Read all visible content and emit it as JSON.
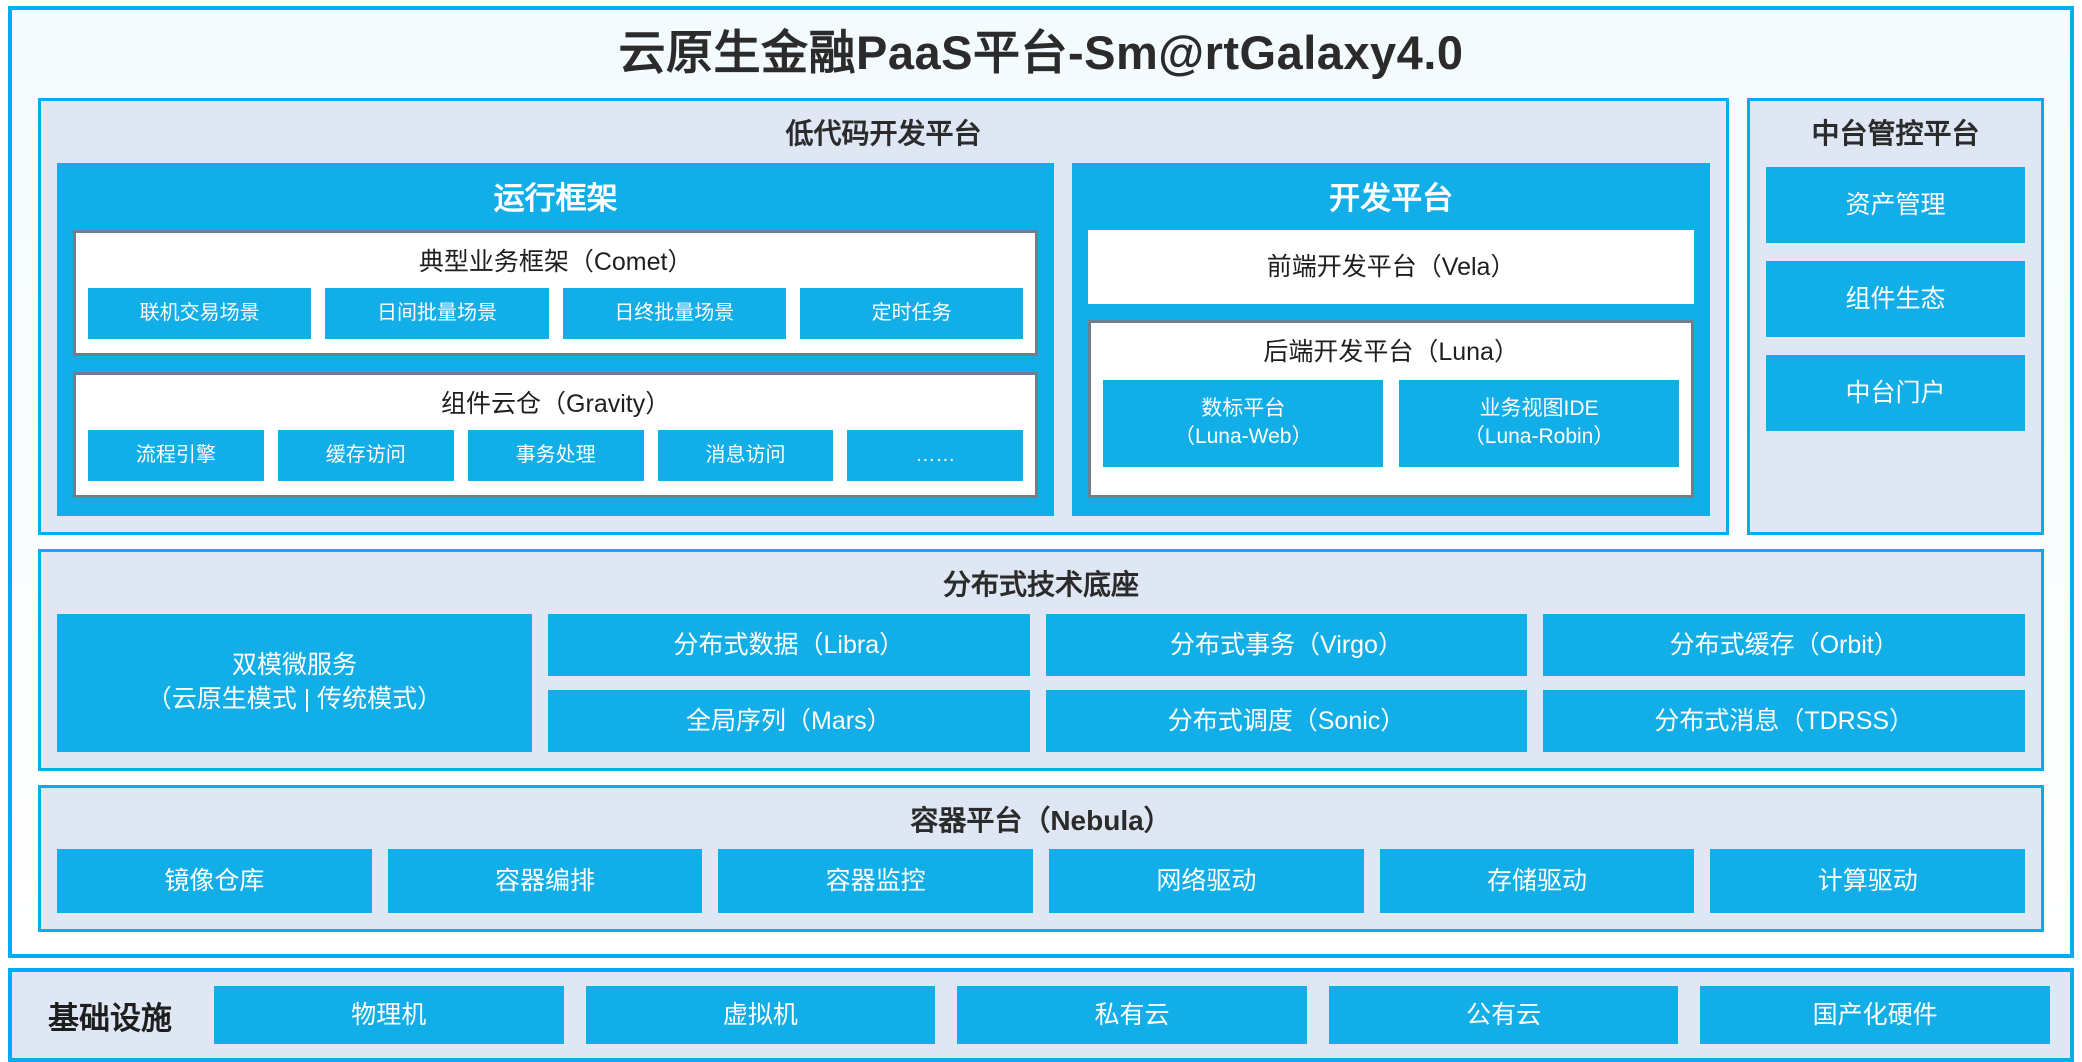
{
  "colors": {
    "accent_blue": "#12AEE8",
    "frame_blue": "#00AEEF",
    "panel_bg": "#DEE7F3",
    "card_border_gray": "#6E7F91",
    "text_dark": "#2B2B2B",
    "text_white": "#FFFFFF"
  },
  "platform": {
    "title": "云原生金融PaaS平台-Sm@rtGalaxy4.0"
  },
  "lowcode": {
    "title": "低代码开发平台",
    "runtime": {
      "title": "运行框架",
      "comet": {
        "title": "典型业务框架（Comet）",
        "items": [
          {
            "label": "联机交易场景"
          },
          {
            "label": "日间批量场景"
          },
          {
            "label": "日终批量场景"
          },
          {
            "label": "定时任务"
          }
        ]
      },
      "gravity": {
        "title": "组件云仓（Gravity）",
        "items": [
          {
            "label": "流程引擎"
          },
          {
            "label": "缓存访问"
          },
          {
            "label": "事务处理"
          },
          {
            "label": "消息访问"
          },
          {
            "label": "……"
          }
        ]
      }
    },
    "devplatform": {
      "title": "开发平台",
      "frontend": {
        "label": "前端开发平台（Vela）"
      },
      "backend": {
        "title": "后端开发平台（Luna）",
        "items": [
          {
            "label": "数标平台",
            "sub": "（Luna-Web）"
          },
          {
            "label": "业务视图IDE",
            "sub": "（Luna-Robin）"
          }
        ]
      }
    }
  },
  "midplatform": {
    "title": "中台管控平台",
    "items": [
      {
        "label": "资产管理"
      },
      {
        "label": "组件生态"
      },
      {
        "label": "中台门户"
      }
    ]
  },
  "foundation": {
    "title": "分布式技术底座",
    "wide": {
      "label": "双模微服务",
      "sub": "（云原生模式 | 传统模式）"
    },
    "columns": [
      {
        "top": "分布式数据（Libra）",
        "bottom": "全局序列（Mars）"
      },
      {
        "top": "分布式事务（Virgo）",
        "bottom": "分布式调度（Sonic）"
      },
      {
        "top": "分布式缓存（Orbit）",
        "bottom": "分布式消息（TDRSS）"
      }
    ]
  },
  "container": {
    "title": "容器平台（Nebula）",
    "items": [
      {
        "label": "镜像仓库"
      },
      {
        "label": "容器编排"
      },
      {
        "label": "容器监控"
      },
      {
        "label": "网络驱动"
      },
      {
        "label": "存储驱动"
      },
      {
        "label": "计算驱动"
      }
    ]
  },
  "infrastructure": {
    "label": "基础设施",
    "items": [
      {
        "label": "物理机"
      },
      {
        "label": "虚拟机"
      },
      {
        "label": "私有云"
      },
      {
        "label": "公有云"
      },
      {
        "label": "国产化硬件"
      }
    ]
  }
}
